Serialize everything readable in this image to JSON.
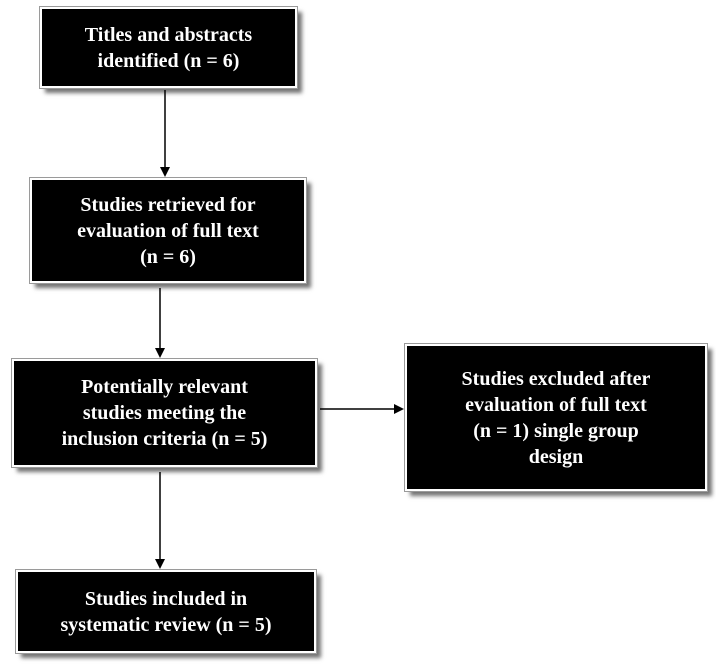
{
  "flowchart": {
    "identified": {
      "line1": "Titles and abstracts",
      "line2": "identified (n = 6)"
    },
    "retrieved": {
      "line1": "Studies retrieved for",
      "line2": "evaluation of full text",
      "line3": "(n = 6)"
    },
    "relevant": {
      "line1": "Potentially relevant",
      "line2": "studies meeting the",
      "line3": "inclusion criteria (n = 5)"
    },
    "excluded": {
      "line1": "Studies excluded after",
      "line2": "evaluation of full text",
      "line3": "(n = 1) single group",
      "line4": "design"
    },
    "included": {
      "line1": "Studies included in",
      "line2": "systematic review (n = 5)"
    }
  },
  "colors": {
    "box_fill": "#000000",
    "box_text": "#ffffff",
    "arrow": "#000000"
  }
}
